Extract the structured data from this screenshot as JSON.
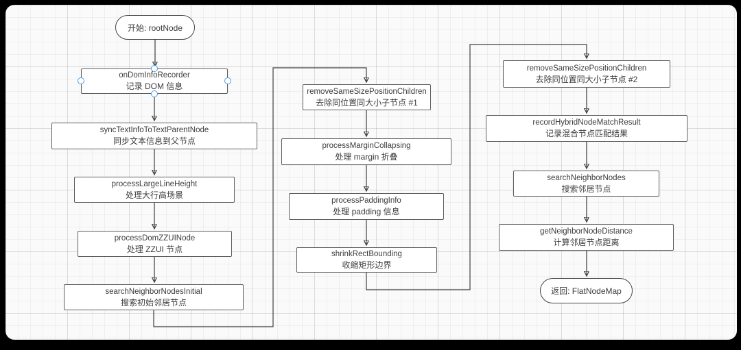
{
  "colors": {
    "frame_background": "#000000",
    "canvas_background": "#fafafa",
    "node_fill": "#ffffff",
    "node_border": "#5d5d5d",
    "text": "#3c3c3c",
    "connector": "#3f3f3f",
    "selection_handle": "#4e9de6"
  },
  "flow": {
    "start": {
      "label": "开始: rootNode"
    },
    "left": [
      {
        "name": "onDomInfoRecorder",
        "label": "记录 DOM 信息",
        "selected": true
      },
      {
        "name": "syncTextInfoToTextParentNode",
        "label": "同步文本信息到父节点"
      },
      {
        "name": "processLargeLineHeight",
        "label": "处理大行高场景"
      },
      {
        "name": "processDomZZUINode",
        "label": "处理 ZZUI 节点"
      },
      {
        "name": "searchNeighborNodesInitial",
        "label": "搜索初始邻居节点"
      }
    ],
    "middle": [
      {
        "name": "removeSameSizePositionChildren",
        "label": "去除同位置同大小子节点 #1"
      },
      {
        "name": "processMarginCollapsing",
        "label": "处理 margin 折叠"
      },
      {
        "name": "processPaddingInfo",
        "label": "处理 padding 信息"
      },
      {
        "name": "shrinkRectBounding",
        "label": "收缩矩形边界"
      }
    ],
    "right": [
      {
        "name": "removeSameSizePositionChildren",
        "label": "去除同位置同大小子节点 #2"
      },
      {
        "name": "recordHybridNodeMatchResult",
        "label": "记录混合节点匹配结果"
      },
      {
        "name": "searchNeighborNodes",
        "label": "搜索邻居节点"
      },
      {
        "name": "getNeighborNodeDistance",
        "label": "计算邻居节点距离"
      }
    ],
    "end": {
      "label": "返回: FlatNodeMap"
    }
  }
}
